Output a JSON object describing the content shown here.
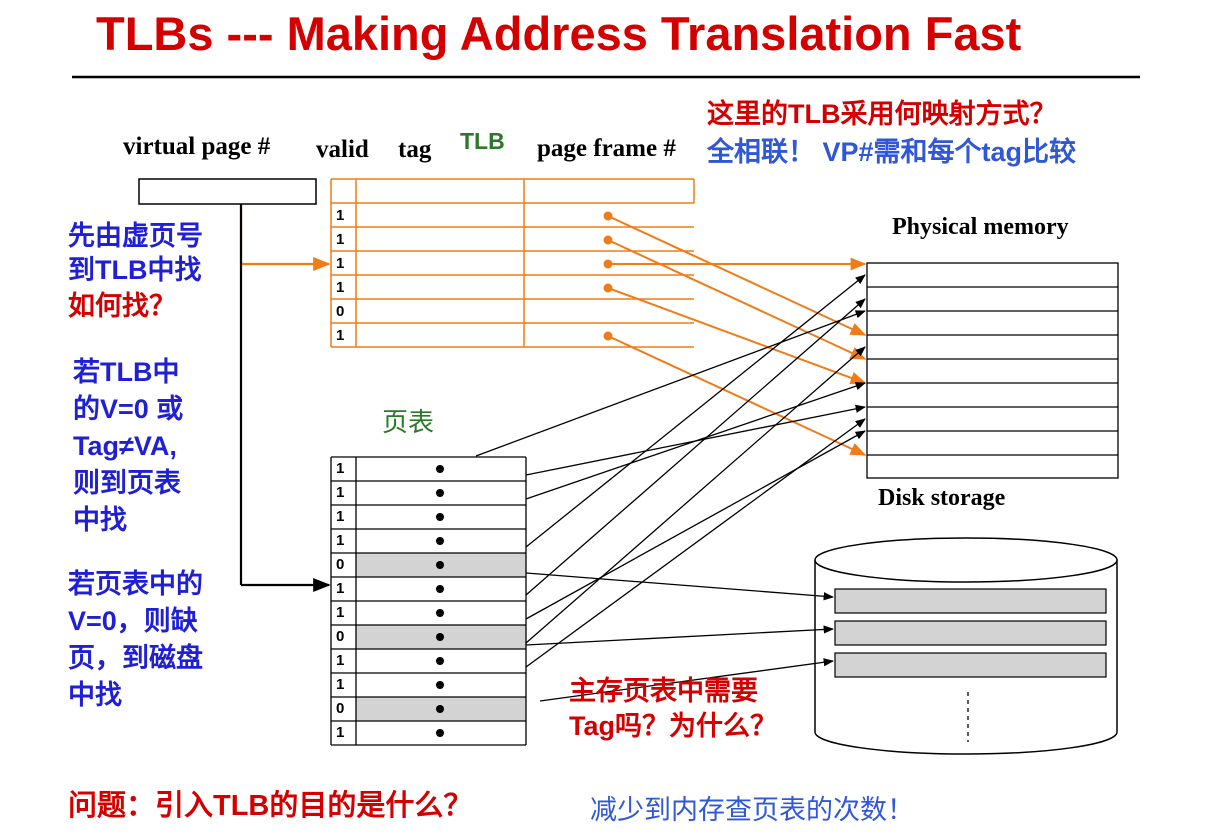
{
  "title": "TLBs --- Making Address Translation Fast",
  "tlb": {
    "label": "TLB",
    "col_virtual_page": "virtual page #",
    "col_valid": "valid",
    "col_tag": "tag",
    "col_page_frame": "page frame #",
    "valid_bits": [
      "1",
      "1",
      "1",
      "1",
      "0",
      "1"
    ]
  },
  "page_table": {
    "label": "页表",
    "valid_bits": [
      "1",
      "1",
      "1",
      "1",
      "0",
      "1",
      "1",
      "0",
      "1",
      "1",
      "0",
      "1"
    ]
  },
  "physical_memory_label": "Physical memory",
  "disk_storage_label": "Disk storage",
  "notes": {
    "top_right_q": "这里的TLB采用何映射方式？",
    "top_right_a": "全相联！ VP#需和每个tag比较",
    "left_1_line1": "先由虚页号",
    "left_1_line2": "到TLB中找",
    "left_1_line3": "如何找？",
    "left_2_line1": "若TLB中",
    "left_2_line2": "的V=0 或",
    "left_2_line3": "Tag≠VA,",
    "left_2_line4": "则到页表",
    "left_2_line5": "中找",
    "left_3_line1": "若页表中的",
    "left_3_line2": "V=0，则缺",
    "left_3_line3": "页，到磁盘",
    "left_3_line4": "中找",
    "center_q_line1": "主存页表中需要",
    "center_q_line2": "Tag吗？为什么？",
    "bottom_q": "问题：引入TLB的目的是什么？",
    "bottom_a": "减少到内存查页表的次数！"
  },
  "colors": {
    "title_red": "#d40000",
    "note_blue": "#1f1fd6",
    "tlb_orange": "#ef7c18",
    "tlb_label_green": "#2a7a2a",
    "invalid_row_gray": "#d3d3d3"
  }
}
